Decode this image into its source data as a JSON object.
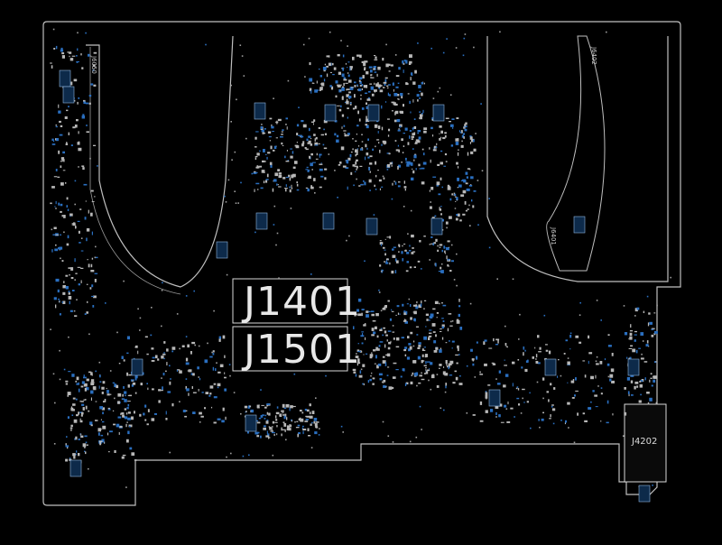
{
  "labels": {
    "j1401": "J1401",
    "j1501": "J1501",
    "j4202": "J4202",
    "j6050": "J6050",
    "j6402": "J6402",
    "j6401": "J6401"
  },
  "colors": {
    "background": "#000000",
    "outline": "#bfbfbf",
    "silkscreen": "#e8e8e8",
    "part": "#1e5fa8"
  }
}
